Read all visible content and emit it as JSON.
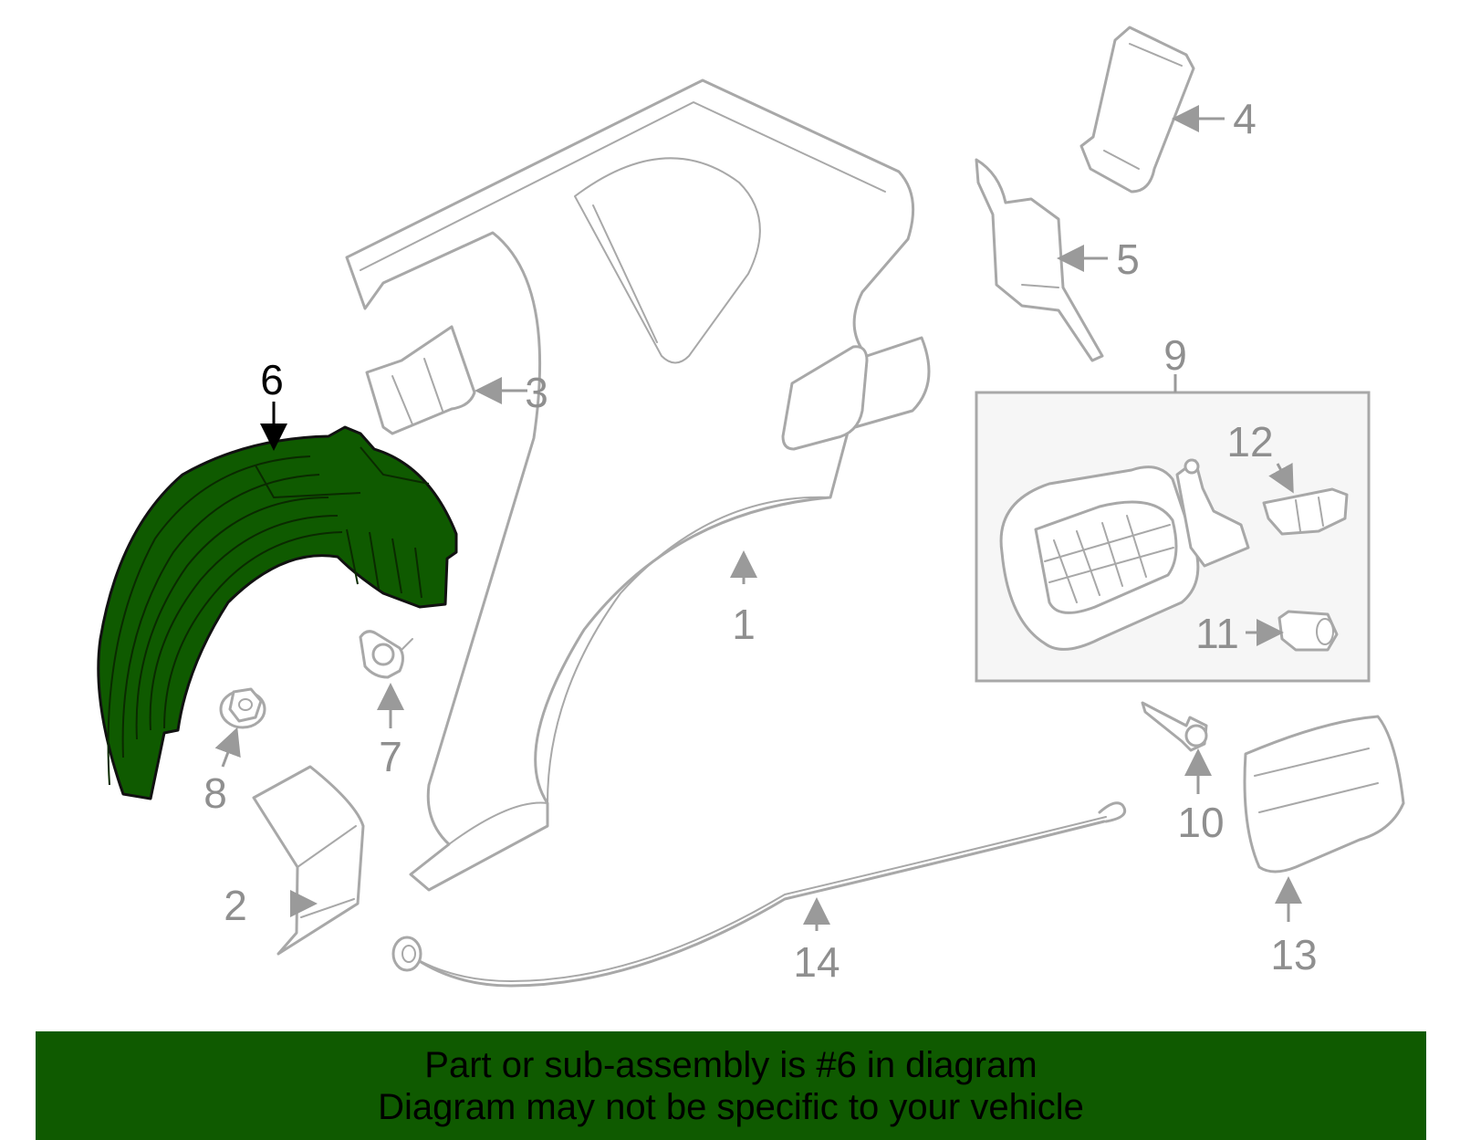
{
  "diagram": {
    "highlight_color": "#0f5a00",
    "highlighted_callout": "6",
    "callouts": {
      "c1": "1",
      "c2": "2",
      "c3": "3",
      "c4": "4",
      "c5": "5",
      "c6": "6",
      "c7": "7",
      "c8": "8",
      "c9": "9",
      "c10": "10",
      "c11": "11",
      "c12": "12",
      "c13": "13",
      "c14": "14"
    }
  },
  "banner": {
    "line1": "Part or sub-assembly is #6 in diagram",
    "line2": "Diagram may not be specific to your vehicle",
    "background": "#0f5a00"
  }
}
